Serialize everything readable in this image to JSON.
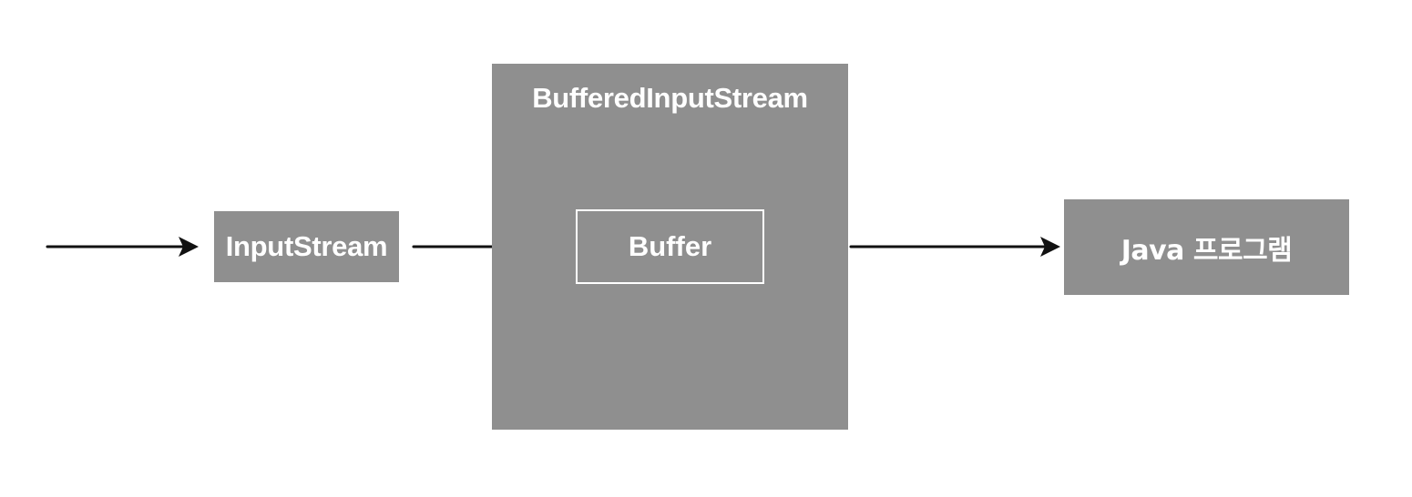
{
  "nodes": {
    "input_stream": "InputStream",
    "buffered_input_stream": "BufferedInputStream",
    "buffer": "Buffer",
    "java_program": "Java 프로그램"
  },
  "colors": {
    "box_fill": "#8f8f8f",
    "text": "#ffffff",
    "arrow": "#111111"
  }
}
